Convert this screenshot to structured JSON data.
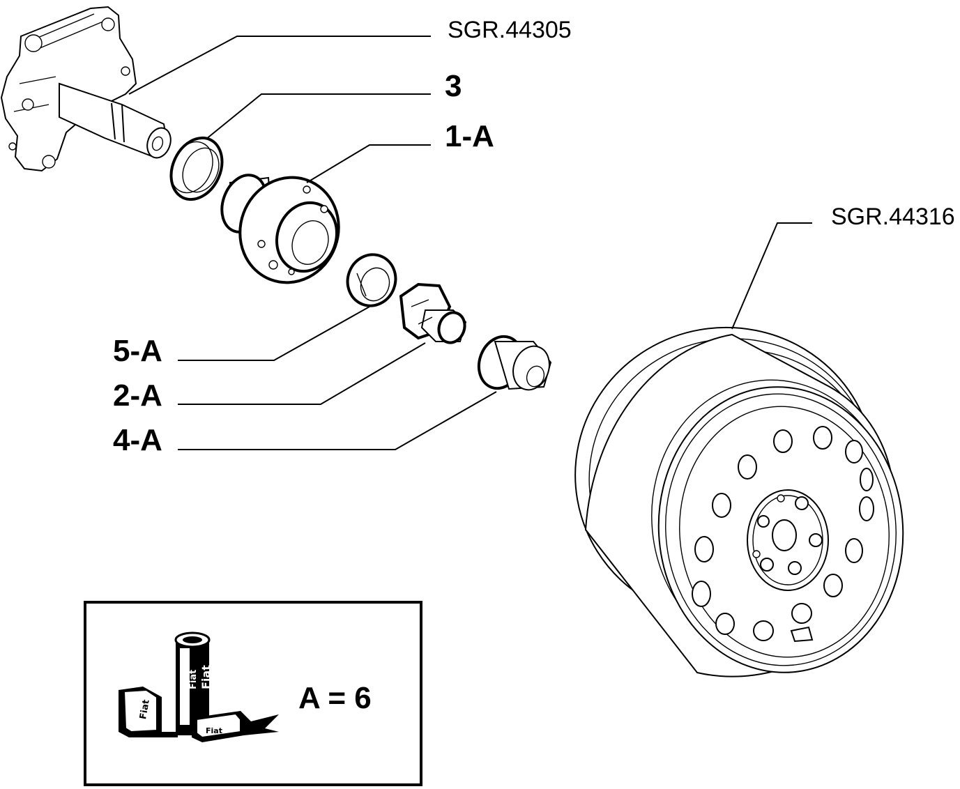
{
  "labels": {
    "sgr_44305": "SGR.44305",
    "part_3": "3",
    "part_1a": "1-A",
    "sgr_44316": "SGR.44316",
    "part_5a": "5-A",
    "part_2a": "2-A",
    "part_4a": "4-A"
  },
  "legend_box": {
    "equation": "A = 6",
    "tube_text_1": "Fiat",
    "tube_text_2": "Fiat",
    "box_text_1": "Fiat",
    "box_text_2": "Fiat"
  },
  "icons": {
    "spindle": "spindle-icon",
    "wheel": "wheel-icon",
    "grease": "grease-tube-icon"
  }
}
